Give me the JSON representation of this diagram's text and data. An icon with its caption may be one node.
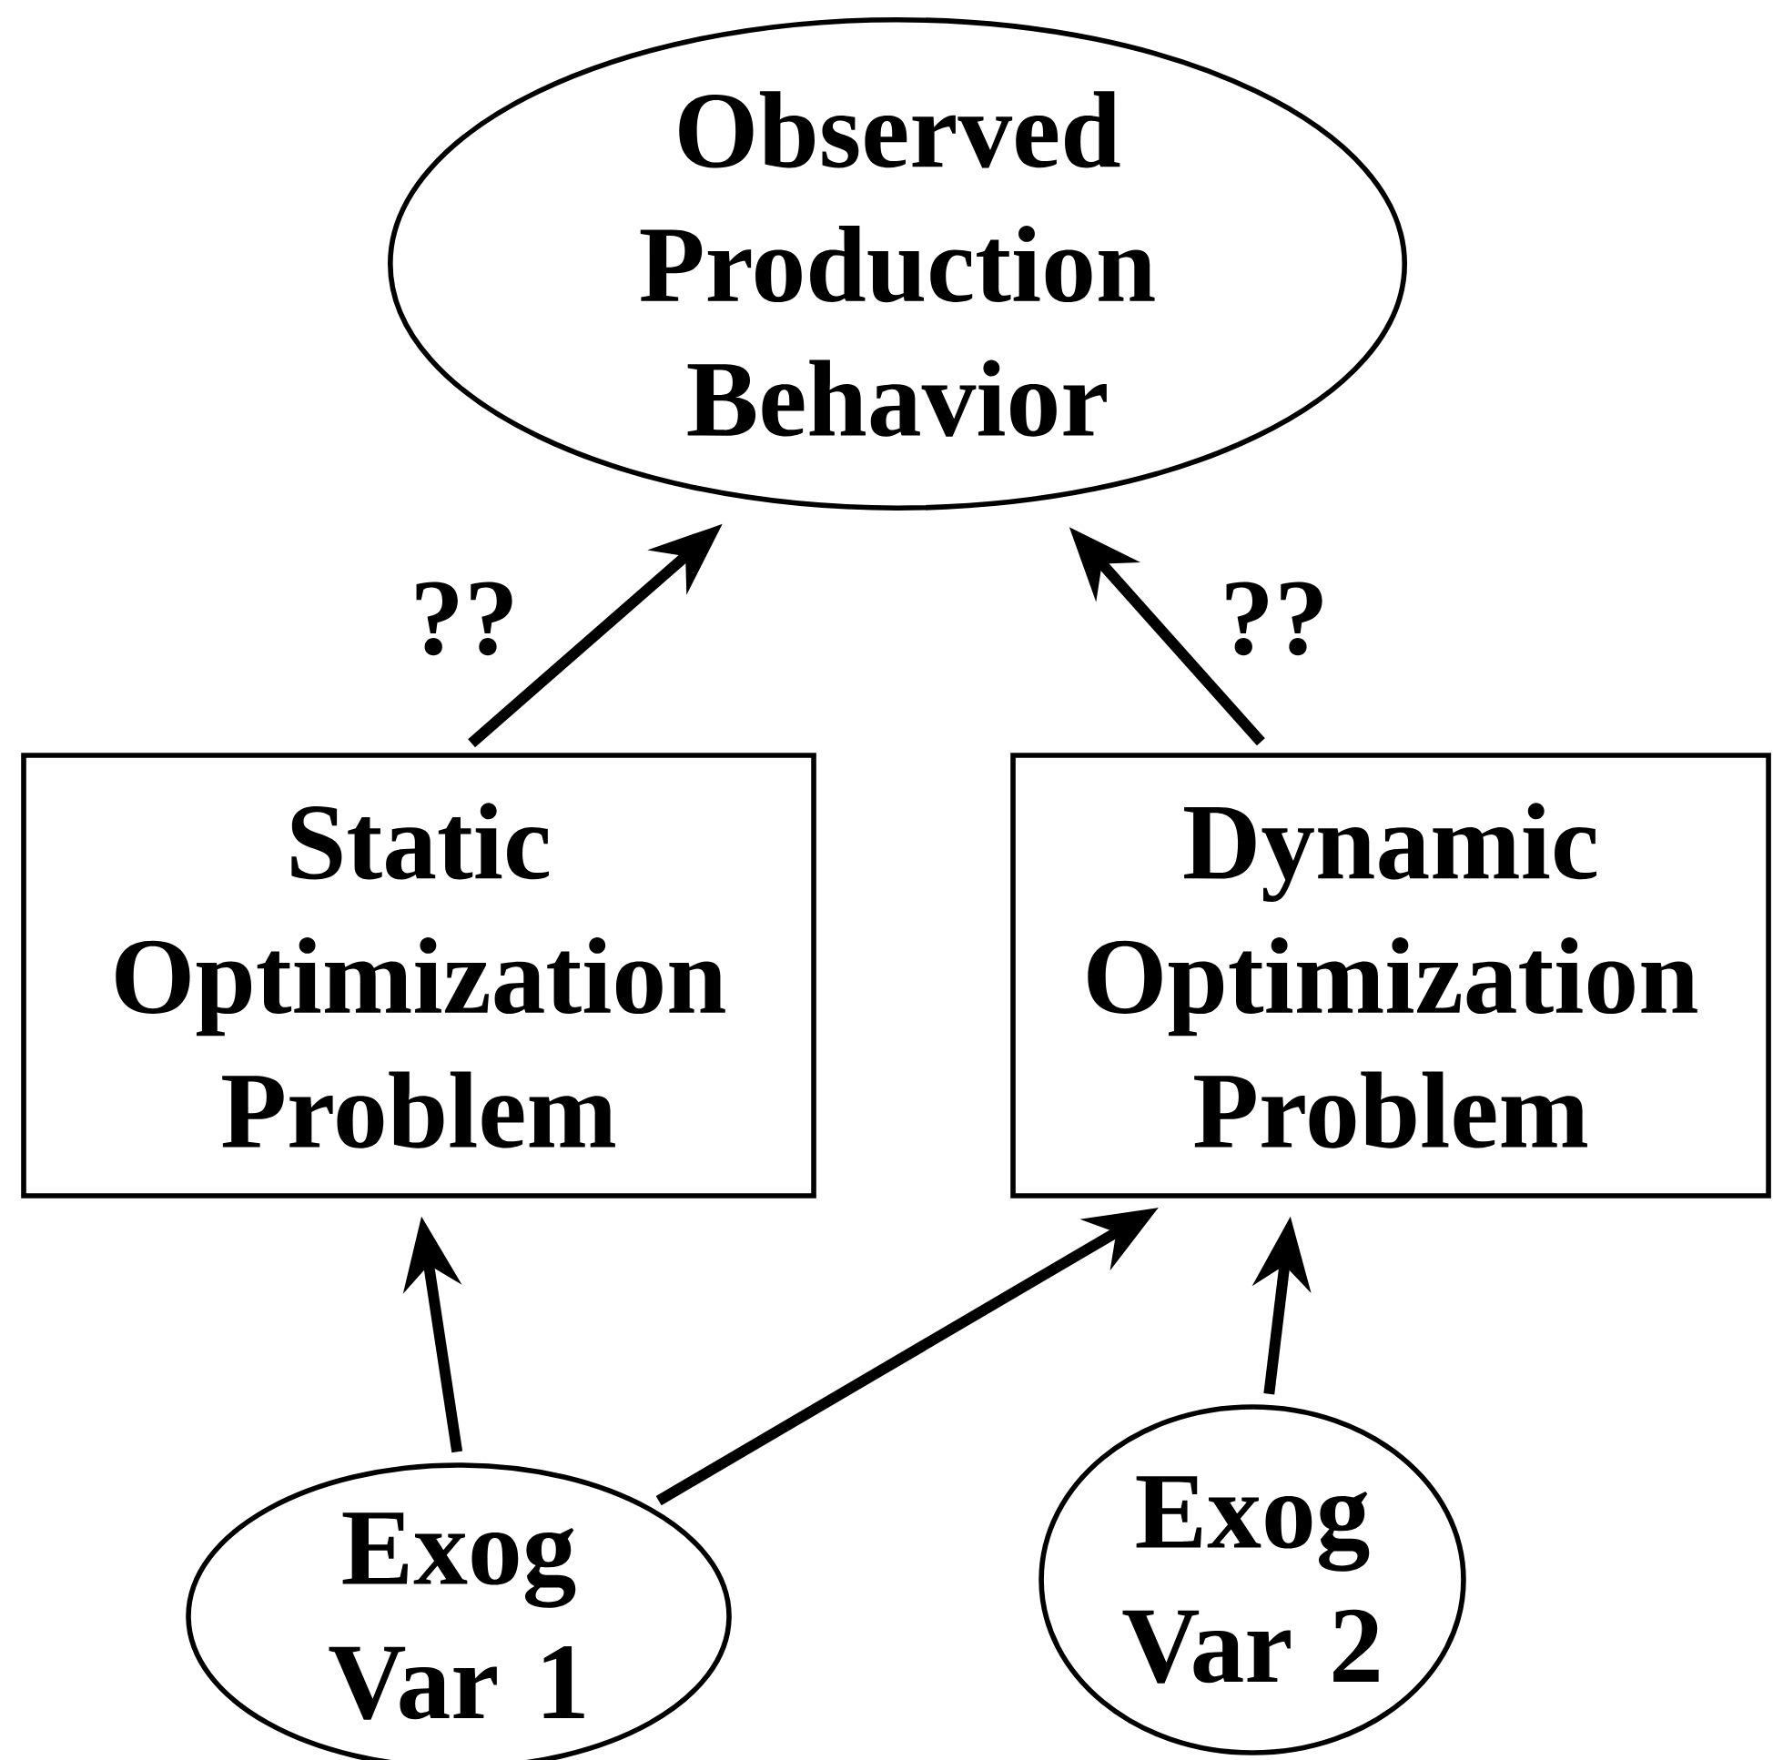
{
  "diagram": {
    "nodes": [
      {
        "text": [
          "Observed Production Behavior"
        ]
      },
      {
        "text": [
          "Static Optimization Problem"
        ]
      },
      {
        "text": [
          "Dynamic Optimization Problem"
        ]
      },
      {
        "text": [
          "Exog Var 1"
        ]
      },
      {
        "text": [
          "Exog Var 2"
        ]
      }
    ],
    "edges": [
      {
        "from": 1,
        "to": 0,
        "arrow": "to",
        "label": "??"
      },
      {
        "from": 2,
        "to": 0,
        "arrow": "to",
        "label": "??"
      },
      {
        "from": 3,
        "to": 1,
        "arrow": "to"
      },
      {
        "from": 3,
        "to": 2,
        "arrow": "to"
      },
      {
        "from": 4,
        "to": 2,
        "arrow": "to"
      }
    ]
  }
}
